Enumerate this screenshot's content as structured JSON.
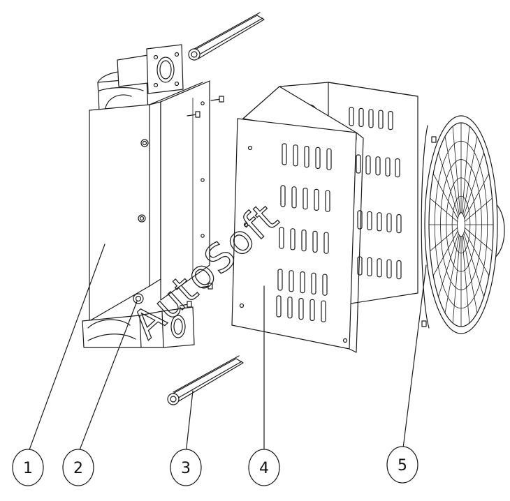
{
  "diagram": {
    "callouts": [
      {
        "label": "1"
      },
      {
        "label": "2"
      },
      {
        "label": "3"
      },
      {
        "label": "4"
      },
      {
        "label": "5"
      }
    ],
    "watermark": "AutoSoft"
  }
}
